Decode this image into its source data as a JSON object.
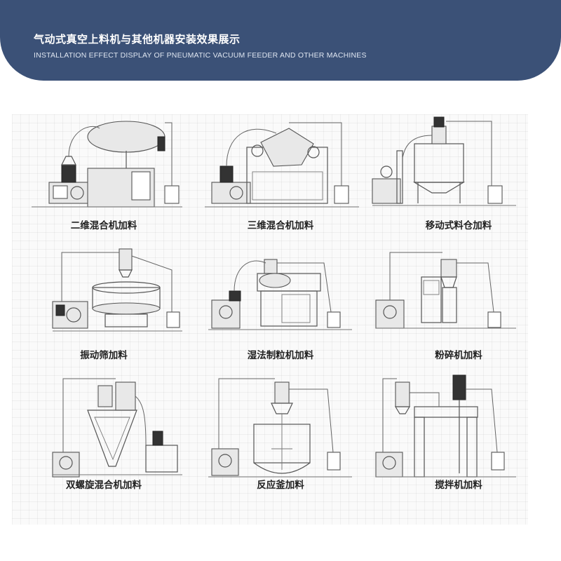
{
  "header": {
    "title": "气动式真空上料机与其他机器安装效果展示",
    "subtitle": "INSTALLATION EFFECT DISPLAY OF PNEUMATIC VACUUM FEEDER AND OTHER MACHINES"
  },
  "items": [
    {
      "label": "二维混合机加料"
    },
    {
      "label": "三维混合机加料"
    },
    {
      "label": "移动式料仓加料"
    },
    {
      "label": "振动筛加料"
    },
    {
      "label": "湿法制粒机加料"
    },
    {
      "label": "粉碎机加料"
    },
    {
      "label": "双螺旋混合机加料"
    },
    {
      "label": "反应釜加料"
    },
    {
      "label": "搅拌机加料"
    }
  ],
  "colors": {
    "header_bg": "#3b5177",
    "header_text": "#ffffff",
    "label_text": "#222222",
    "line_art": "#555555"
  }
}
